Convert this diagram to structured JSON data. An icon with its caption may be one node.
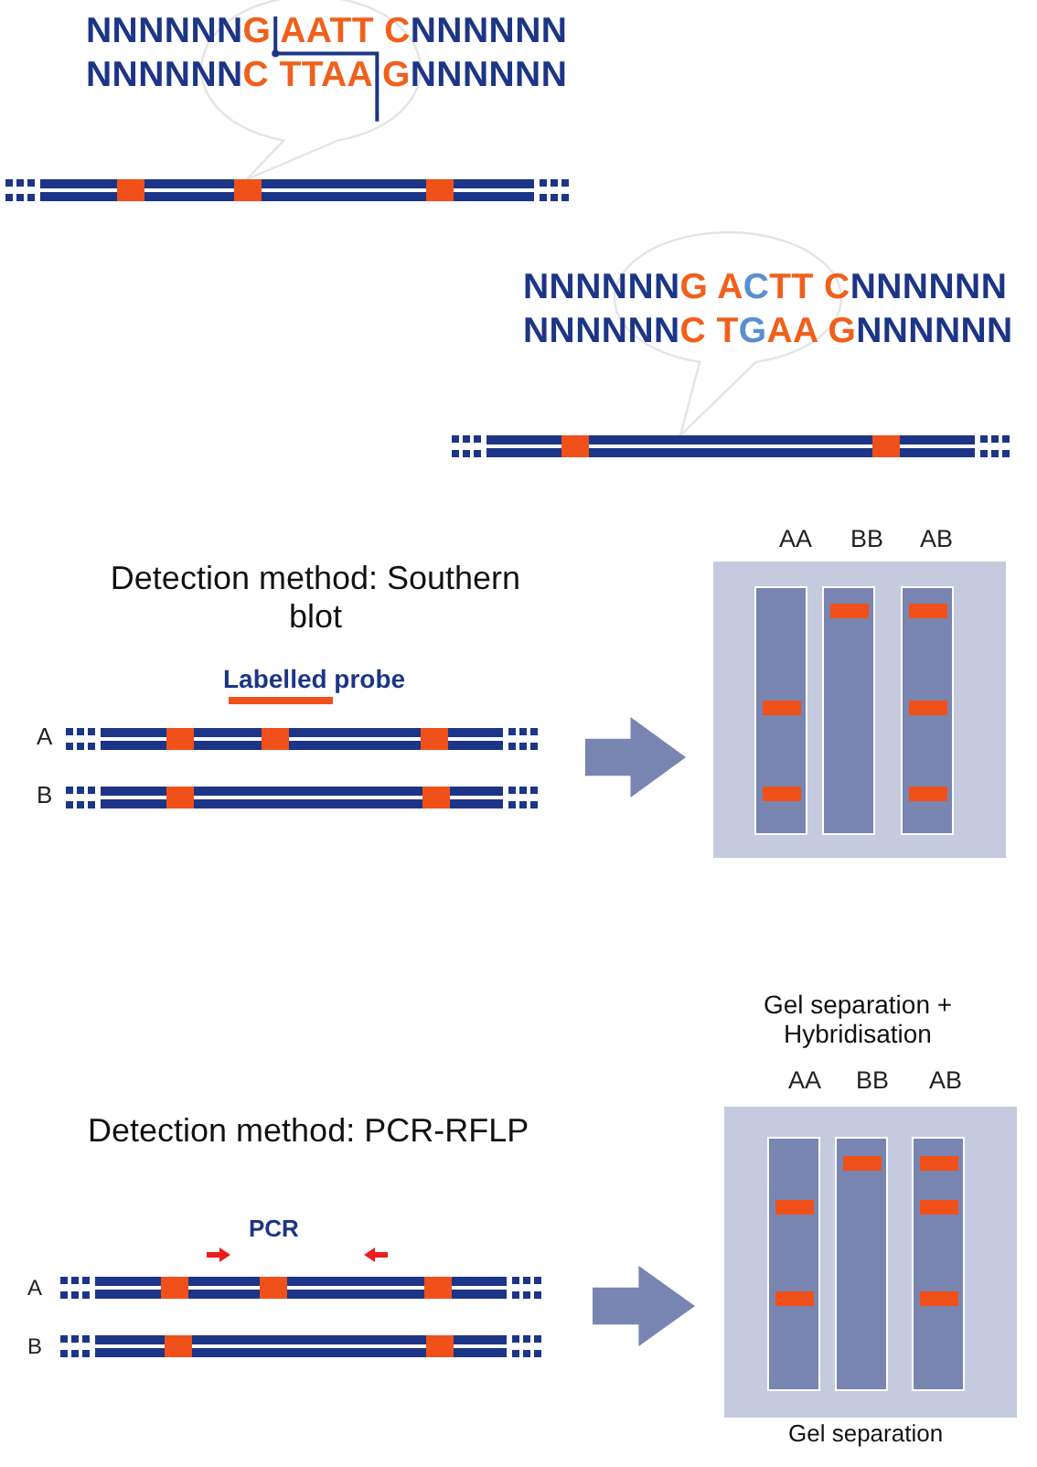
{
  "diagram": {
    "labels": [
      "NNNNNNG AATT CNNNNNN",
      "NNNNNNC TTAA GNNNNNN",
      "NNNNNNG ACTT CNNNNNN",
      "NNNNNNC TGAA GNNNNNN",
      "AA",
      "BB",
      "AB",
      "Detection method: Southern blot",
      "Labelled probe",
      "A",
      "B",
      "Gel separation + Hybridisation",
      "AA",
      "BB",
      "AB",
      "Detection method: PCR-RFLP",
      "PCR",
      "A",
      "B",
      "Gel separation"
    ]
  }
}
